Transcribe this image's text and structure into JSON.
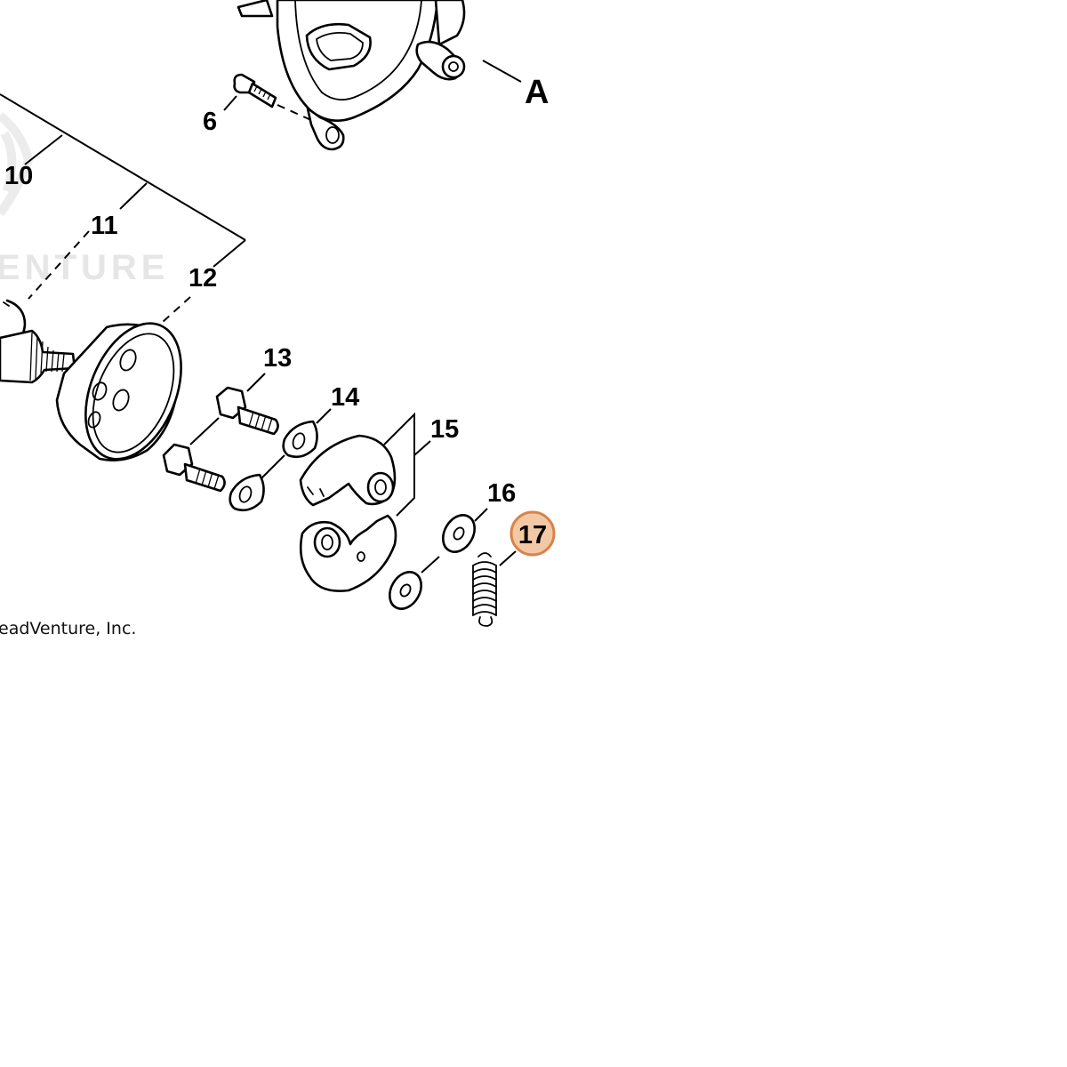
{
  "callouts": {
    "c6": "6",
    "c10": "10",
    "c11": "11",
    "c12": "12",
    "c13": "13",
    "c14": "14",
    "c15": "15",
    "c16": "16",
    "c17": "17",
    "cA": "A"
  },
  "highlight": {
    "label": "17",
    "fill": "#f3c9a5",
    "stroke": "#d9824a"
  },
  "watermark": "ENTURE",
  "copyright": "eadVenture, Inc."
}
